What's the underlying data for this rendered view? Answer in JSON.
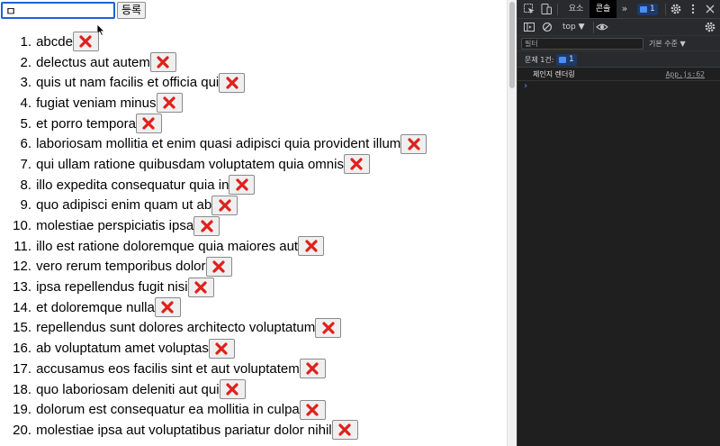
{
  "app": {
    "input_value": "ㅁ",
    "add_button_label": "등록",
    "todos": [
      {
        "num": "1.",
        "text": "abcde"
      },
      {
        "num": "2.",
        "text": "delectus aut autem"
      },
      {
        "num": "3.",
        "text": "quis ut nam facilis et officia qui"
      },
      {
        "num": "4.",
        "text": "fugiat veniam minus"
      },
      {
        "num": "5.",
        "text": "et porro tempora"
      },
      {
        "num": "6.",
        "text": "laboriosam mollitia et enim quasi adipisci quia provident illum"
      },
      {
        "num": "7.",
        "text": "qui ullam ratione quibusdam voluptatem quia omnis"
      },
      {
        "num": "8.",
        "text": "illo expedita consequatur quia in"
      },
      {
        "num": "9.",
        "text": "quo adipisci enim quam ut ab"
      },
      {
        "num": "10.",
        "text": "molestiae perspiciatis ipsa"
      },
      {
        "num": "11.",
        "text": "illo est ratione doloremque quia maiores aut"
      },
      {
        "num": "12.",
        "text": "vero rerum temporibus dolor"
      },
      {
        "num": "13.",
        "text": "ipsa repellendus fugit nisi"
      },
      {
        "num": "14.",
        "text": "et doloremque nulla"
      },
      {
        "num": "15.",
        "text": "repellendus sunt dolores architecto voluptatum"
      },
      {
        "num": "16.",
        "text": "ab voluptatum amet voluptas"
      },
      {
        "num": "17.",
        "text": "accusamus eos facilis sint et aut voluptatem"
      },
      {
        "num": "18.",
        "text": "quo laboriosam deleniti aut qui"
      },
      {
        "num": "19.",
        "text": "dolorum est consequatur ea mollitia in culpa"
      },
      {
        "num": "20.",
        "text": "molestiae ipsa aut voluptatibus pariatur dolor nihil"
      }
    ],
    "delete_icon": "red-x-icon",
    "delete_icon_color": "#e0201b"
  },
  "devtools": {
    "tabs": [
      {
        "label": "요소",
        "active": false
      },
      {
        "label": "콘솔",
        "active": true
      }
    ],
    "more_tabs": "»",
    "message_badge": "1",
    "context": "top ▼",
    "filter_placeholder": "필터",
    "log_levels": "기본 수준 ▼",
    "issues_label": "문제 1건:",
    "issues_count": "1",
    "log_message": "체인지 렌더링",
    "log_source": "App.js:62",
    "prompt": "›",
    "accent_color": "#4c8df6"
  }
}
